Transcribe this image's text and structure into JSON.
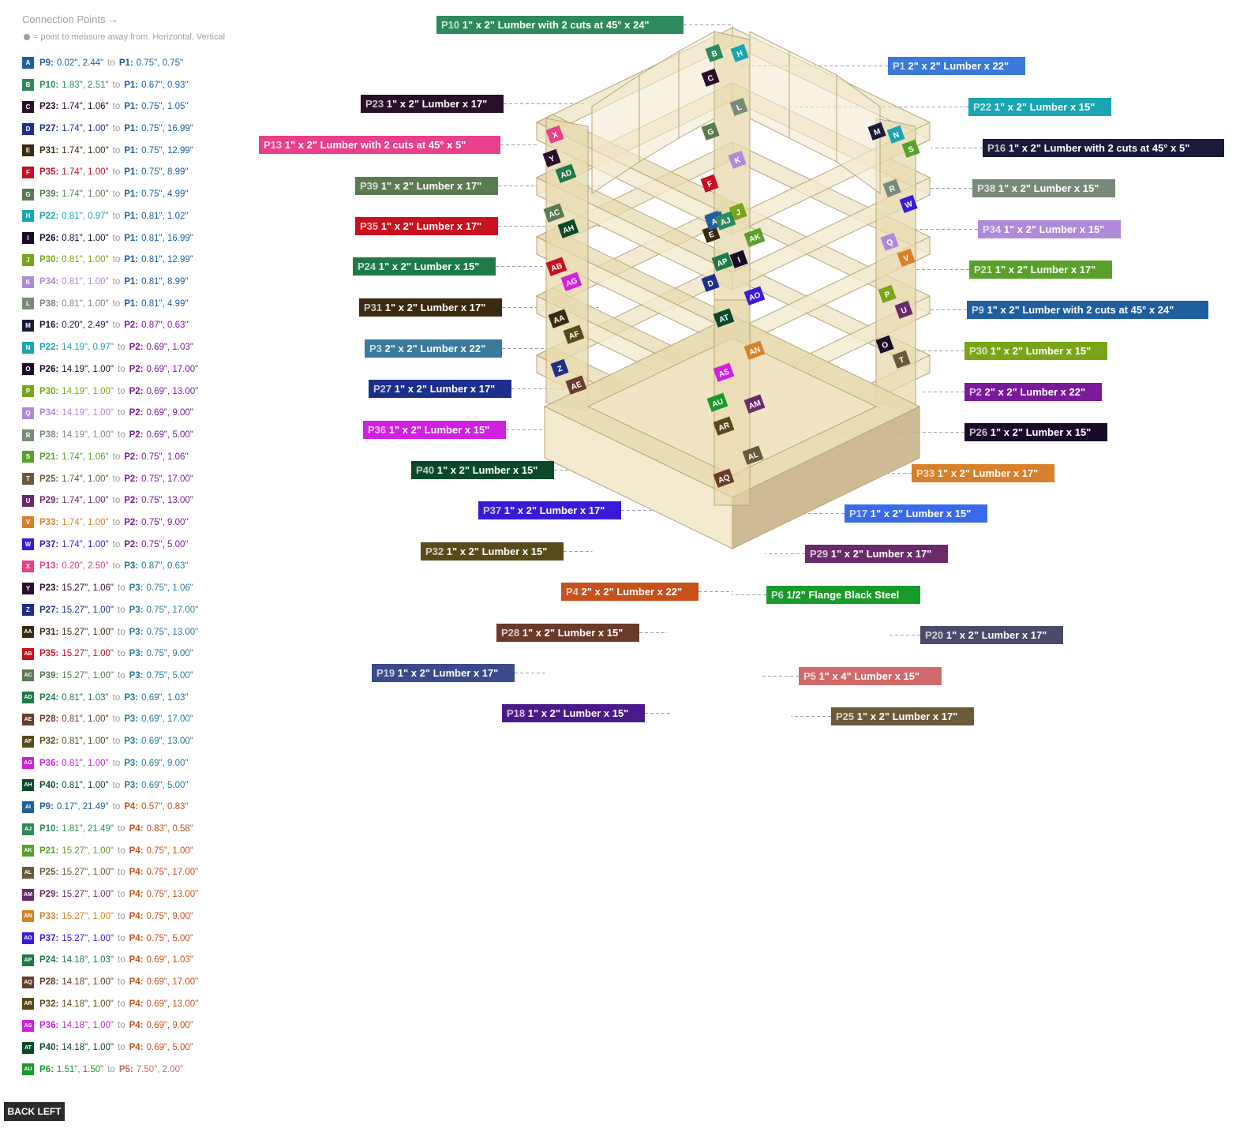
{
  "legend": {
    "title": "Connection Points →",
    "subtitle": "= point to measure away from. Horizontal, Vertical",
    "to_word": "to",
    "rows": [
      {
        "code": "A",
        "color": "#1f5fa0",
        "from": "P9:",
        "from_val": "0.02\", 2.44\"",
        "to": "P1:",
        "to_val": "0.75\", 0.75\""
      },
      {
        "code": "B",
        "color": "#2e8a5c",
        "from": "P10:",
        "from_val": "1.83\", 2.51\"",
        "to": "P1:",
        "to_val": "0.67\", 0.93\""
      },
      {
        "code": "C",
        "color": "#2a0f2a",
        "from": "P23:",
        "from_val": "1.74\", 1.06\"",
        "to": "P1:",
        "to_val": "0.75\", 1.05\""
      },
      {
        "code": "D",
        "color": "#1e2f8a",
        "from": "P27:",
        "from_val": "1.74\", 1.00\"",
        "to": "P1:",
        "to_val": "0.75\", 16.99\""
      },
      {
        "code": "E",
        "color": "#3a2a10",
        "from": "P31:",
        "from_val": "1.74\", 1.00\"",
        "to": "P1:",
        "to_val": "0.75\", 12.99\""
      },
      {
        "code": "F",
        "color": "#c8101e",
        "from": "P35:",
        "from_val": "1.74\", 1.00\"",
        "to": "P1:",
        "to_val": "0.75\", 8.99\""
      },
      {
        "code": "G",
        "color": "#5a7a50",
        "from": "P39:",
        "from_val": "1.74\", 1.00\"",
        "to": "P1:",
        "to_val": "0.75\", 4.99\""
      },
      {
        "code": "H",
        "color": "#1aa5b0",
        "from": "P22:",
        "from_val": "0.81\", 0.97\"",
        "to": "P1:",
        "to_val": "0.81\", 1.02\""
      },
      {
        "code": "I",
        "color": "#1a0a2a",
        "from": "P26:",
        "from_val": "0.81\", 1.00\"",
        "to": "P1:",
        "to_val": "0.81\", 16.99\""
      },
      {
        "code": "J",
        "color": "#7aa51a",
        "from": "P30:",
        "from_val": "0.81\", 1.00\"",
        "to": "P1:",
        "to_val": "0.81\", 12.99\""
      },
      {
        "code": "K",
        "color": "#b08ad8",
        "from": "P34:",
        "from_val": "0.81\", 1.00\"",
        "to": "P1:",
        "to_val": "0.81\", 8.99\""
      },
      {
        "code": "L",
        "color": "#7a8a7a",
        "from": "P38:",
        "from_val": "0.81\", 1.00\"",
        "to": "P1:",
        "to_val": "0.81\", 4.99\""
      },
      {
        "code": "M",
        "color": "#1a1a3a",
        "from": "P16:",
        "from_val": "0.20\", 2.49\"",
        "to": "P2:",
        "to_val": "0.87\", 0.63\""
      },
      {
        "code": "N",
        "color": "#1aa5b0",
        "from": "P22:",
        "from_val": "14.19\", 0.97\"",
        "to": "P2:",
        "to_val": "0.69\", 1.03\""
      },
      {
        "code": "O",
        "color": "#1a0a2a",
        "from": "P26:",
        "from_val": "14.19\", 1.00\"",
        "to": "P2:",
        "to_val": "0.69\", 17.00\""
      },
      {
        "code": "P",
        "color": "#7aa51a",
        "from": "P30:",
        "from_val": "14.19\", 1.00\"",
        "to": "P2:",
        "to_val": "0.69\", 13.00\""
      },
      {
        "code": "Q",
        "color": "#b08ad8",
        "from": "P34:",
        "from_val": "14.19\", 1.00\"",
        "to": "P2:",
        "to_val": "0.69\", 9.00\""
      },
      {
        "code": "R",
        "color": "#7a8a7a",
        "from": "P38:",
        "from_val": "14.19\", 1.00\"",
        "to": "P2:",
        "to_val": "0.69\", 5.00\""
      },
      {
        "code": "S",
        "color": "#5aa02a",
        "from": "P21:",
        "from_val": "1.74\", 1.06\"",
        "to": "P2:",
        "to_val": "0.75\", 1.06\""
      },
      {
        "code": "T",
        "color": "#6a5a3a",
        "from": "P25:",
        "from_val": "1.74\", 1.00\"",
        "to": "P2:",
        "to_val": "0.75\", 17.00\""
      },
      {
        "code": "U",
        "color": "#6a2a6a",
        "from": "P29:",
        "from_val": "1.74\", 1.00\"",
        "to": "P2:",
        "to_val": "0.75\", 13.00\""
      },
      {
        "code": "V",
        "color": "#d8802a",
        "from": "P33:",
        "from_val": "1.74\", 1.00\"",
        "to": "P2:",
        "to_val": "0.75\", 9.00\""
      },
      {
        "code": "W",
        "color": "#3a1ad8",
        "from": "P37:",
        "from_val": "1.74\", 1.00\"",
        "to": "P2:",
        "to_val": "0.75\", 5.00\""
      },
      {
        "code": "X",
        "color": "#e8408a",
        "from": "P13:",
        "from_val": "0.20\", 2.50\"",
        "to": "P3:",
        "to_val": "0.87\", 0.63\""
      },
      {
        "code": "Y",
        "color": "#2a0f2a",
        "from": "P23:",
        "from_val": "15.27\", 1.06\"",
        "to": "P3:",
        "to_val": "0.75\", 1.06\""
      },
      {
        "code": "Z",
        "color": "#1e2f8a",
        "from": "P27:",
        "from_val": "15.27\", 1.00\"",
        "to": "P3:",
        "to_val": "0.75\", 17.00\""
      },
      {
        "code": "AA",
        "color": "#3a2a10",
        "from": "P31:",
        "from_val": "15.27\", 1.00\"",
        "to": "P3:",
        "to_val": "0.75\", 13.00\""
      },
      {
        "code": "AB",
        "color": "#c8101e",
        "from": "P35:",
        "from_val": "15.27\", 1.00\"",
        "to": "P3:",
        "to_val": "0.75\", 9.00\""
      },
      {
        "code": "AC",
        "color": "#5a7a50",
        "from": "P39:",
        "from_val": "15.27\", 1.00\"",
        "to": "P3:",
        "to_val": "0.75\", 5.00\""
      },
      {
        "code": "AD",
        "color": "#1f7a4a",
        "from": "P24:",
        "from_val": "0.81\", 1.03\"",
        "to": "P3:",
        "to_val": "0.69\", 1.03\""
      },
      {
        "code": "AE",
        "color": "#6a3a2a",
        "from": "P28:",
        "from_val": "0.81\", 1.00\"",
        "to": "P3:",
        "to_val": "0.69\", 17.00\""
      },
      {
        "code": "AF",
        "color": "#5a4a1a",
        "from": "P32:",
        "from_val": "0.81\", 1.00\"",
        "to": "P3:",
        "to_val": "0.69\", 13.00\""
      },
      {
        "code": "AG",
        "color": "#d020e0",
        "from": "P36:",
        "from_val": "0.81\", 1.00\"",
        "to": "P3:",
        "to_val": "0.69\", 9.00\""
      },
      {
        "code": "AH",
        "color": "#0a4a2a",
        "from": "P40:",
        "from_val": "0.81\", 1.00\"",
        "to": "P3:",
        "to_val": "0.69\", 5.00\""
      },
      {
        "code": "AI",
        "color": "#1f5fa0",
        "from": "P9:",
        "from_val": "0.17\", 21.49\"",
        "to": "P4:",
        "to_val": "0.57\", 0.83\""
      },
      {
        "code": "AJ",
        "color": "#2e8a5c",
        "from": "P10:",
        "from_val": "1.81\", 21.49\"",
        "to": "P4:",
        "to_val": "0.83\", 0.58\""
      },
      {
        "code": "AK",
        "color": "#5aa02a",
        "from": "P21:",
        "from_val": "15.27\", 1.00\"",
        "to": "P4:",
        "to_val": "0.75\", 1.00\""
      },
      {
        "code": "AL",
        "color": "#6a5a3a",
        "from": "P25:",
        "from_val": "15.27\", 1.00\"",
        "to": "P4:",
        "to_val": "0.75\", 17.00\""
      },
      {
        "code": "AM",
        "color": "#6a2a6a",
        "from": "P29:",
        "from_val": "15.27\", 1.00\"",
        "to": "P4:",
        "to_val": "0.75\", 13.00\""
      },
      {
        "code": "AN",
        "color": "#d8802a",
        "from": "P33:",
        "from_val": "15.27\", 1.00\"",
        "to": "P4:",
        "to_val": "0.75\", 9.00\""
      },
      {
        "code": "AO",
        "color": "#3a1ad8",
        "from": "P37:",
        "from_val": "15.27\", 1.00\"",
        "to": "P4:",
        "to_val": "0.75\", 5.00\""
      },
      {
        "code": "AP",
        "color": "#1f7a4a",
        "from": "P24:",
        "from_val": "14.18\", 1.03\"",
        "to": "P4:",
        "to_val": "0.69\", 1.03\""
      },
      {
        "code": "AQ",
        "color": "#6a3a2a",
        "from": "P28:",
        "from_val": "14.18\", 1.00\"",
        "to": "P4:",
        "to_val": "0.69\", 17.00\""
      },
      {
        "code": "AR",
        "color": "#5a4a1a",
        "from": "P32:",
        "from_val": "14.18\", 1.00\"",
        "to": "P4:",
        "to_val": "0.69\", 13.00\""
      },
      {
        "code": "AS",
        "color": "#d020e0",
        "from": "P36:",
        "from_val": "14.18\", 1.00\"",
        "to": "P4:",
        "to_val": "0.69\", 9.00\""
      },
      {
        "code": "AT",
        "color": "#0a4a2a",
        "from": "P40:",
        "from_val": "14.18\", 1.00\"",
        "to": "P4:",
        "to_val": "0.69\", 5.00\""
      },
      {
        "code": "AU",
        "color": "#1a9a2a",
        "from": "P6:",
        "from_val": "1.51\", 1.50\"",
        "to": "P5:",
        "to_val": "7.50\", 2.00\""
      }
    ]
  },
  "parts": [
    {
      "id": "P10",
      "name": "1\" x 2\" Lumber with 2 cuts at 45° x 24\"",
      "color": "#2e8a5c"
    },
    {
      "id": "P1",
      "name": "2\" x 2\" Lumber x 22\"",
      "color": "#3a7ad8"
    },
    {
      "id": "P23",
      "name": "1\" x 2\" Lumber x 17\"",
      "color": "#2a0f2a"
    },
    {
      "id": "P22",
      "name": "1\" x 2\" Lumber x 15\"",
      "color": "#1aa5b0"
    },
    {
      "id": "P13",
      "name": "1\" x 2\" Lumber with 2 cuts at 45° x 5\"",
      "color": "#e8408a"
    },
    {
      "id": "P16",
      "name": "1\" x 2\" Lumber with 2 cuts at 45° x 5\"",
      "color": "#1a1a3a"
    },
    {
      "id": "P39",
      "name": "1\" x 2\" Lumber x 17\"",
      "color": "#5a7a50"
    },
    {
      "id": "P38",
      "name": "1\" x 2\" Lumber x 15\"",
      "color": "#7a8a7a"
    },
    {
      "id": "P35",
      "name": "1\" x 2\" Lumber x 17\"",
      "color": "#c8101e"
    },
    {
      "id": "P34",
      "name": "1\" x 2\" Lumber x 15\"",
      "color": "#b08ad8"
    },
    {
      "id": "P24",
      "name": "1\" x 2\" Lumber x 15\"",
      "color": "#1f7a4a"
    },
    {
      "id": "P21",
      "name": "1\" x 2\" Lumber x 17\"",
      "color": "#5aa02a"
    },
    {
      "id": "P31",
      "name": "1\" x 2\" Lumber x 17\"",
      "color": "#3a2a10"
    },
    {
      "id": "P9",
      "name": "1\" x 2\" Lumber with 2 cuts at 45° x 24\"",
      "color": "#1f5fa0"
    },
    {
      "id": "P3",
      "name": "2\" x 2\" Lumber x 22\"",
      "color": "#3a7a9a"
    },
    {
      "id": "P30",
      "name": "1\" x 2\" Lumber x 15\"",
      "color": "#7aa51a"
    },
    {
      "id": "P27",
      "name": "1\" x 2\" Lumber x 17\"",
      "color": "#1e2f8a"
    },
    {
      "id": "P2",
      "name": "2\" x 2\" Lumber x 22\"",
      "color": "#7a1a9a"
    },
    {
      "id": "P36",
      "name": "1\" x 2\" Lumber x 15\"",
      "color": "#d020e0"
    },
    {
      "id": "P26",
      "name": "1\" x 2\" Lumber x 15\"",
      "color": "#1a0a2a"
    },
    {
      "id": "P40",
      "name": "1\" x 2\" Lumber x 15\"",
      "color": "#0a4a2a"
    },
    {
      "id": "P33",
      "name": "1\" x 2\" Lumber x 17\"",
      "color": "#d8802a"
    },
    {
      "id": "P37",
      "name": "1\" x 2\" Lumber x 17\"",
      "color": "#3a1ad8"
    },
    {
      "id": "P17",
      "name": "1\" x 2\" Lumber x 15\"",
      "color": "#3a6ae8"
    },
    {
      "id": "P32",
      "name": "1\" x 2\" Lumber x 15\"",
      "color": "#5a4a1a"
    },
    {
      "id": "P29",
      "name": "1\" x 2\" Lumber x 17\"",
      "color": "#6a2a6a"
    },
    {
      "id": "P4",
      "name": "2\" x 2\" Lumber x 22\"",
      "color": "#c8501a"
    },
    {
      "id": "P6",
      "name": "1/2\" Flange Black Steel",
      "color": "#1a9a2a"
    },
    {
      "id": "P28",
      "name": "1\" x 2\" Lumber x 15\"",
      "color": "#6a3a2a"
    },
    {
      "id": "P20",
      "name": "1\" x 2\" Lumber x 17\"",
      "color": "#4a4a6a"
    },
    {
      "id": "P19",
      "name": "1\" x 2\" Lumber x 17\"",
      "color": "#3a4a8a"
    },
    {
      "id": "P5",
      "name": "1\" x 4\" Lumber  x 15\"",
      "color": "#d06a6a"
    },
    {
      "id": "P18",
      "name": "1\" x 2\" Lumber x 15\"",
      "color": "#4a1a8a"
    },
    {
      "id": "P25",
      "name": "1\" x 2\" Lumber x 17\"",
      "color": "#6a5a3a"
    }
  ],
  "button": {
    "back_left": "BACK LEFT"
  },
  "colors": {
    "wood_light": "#f3ead0",
    "wood_mid": "#e7d9ad",
    "wood_dark": "#c9b48a",
    "outline": "#b8a57a"
  }
}
